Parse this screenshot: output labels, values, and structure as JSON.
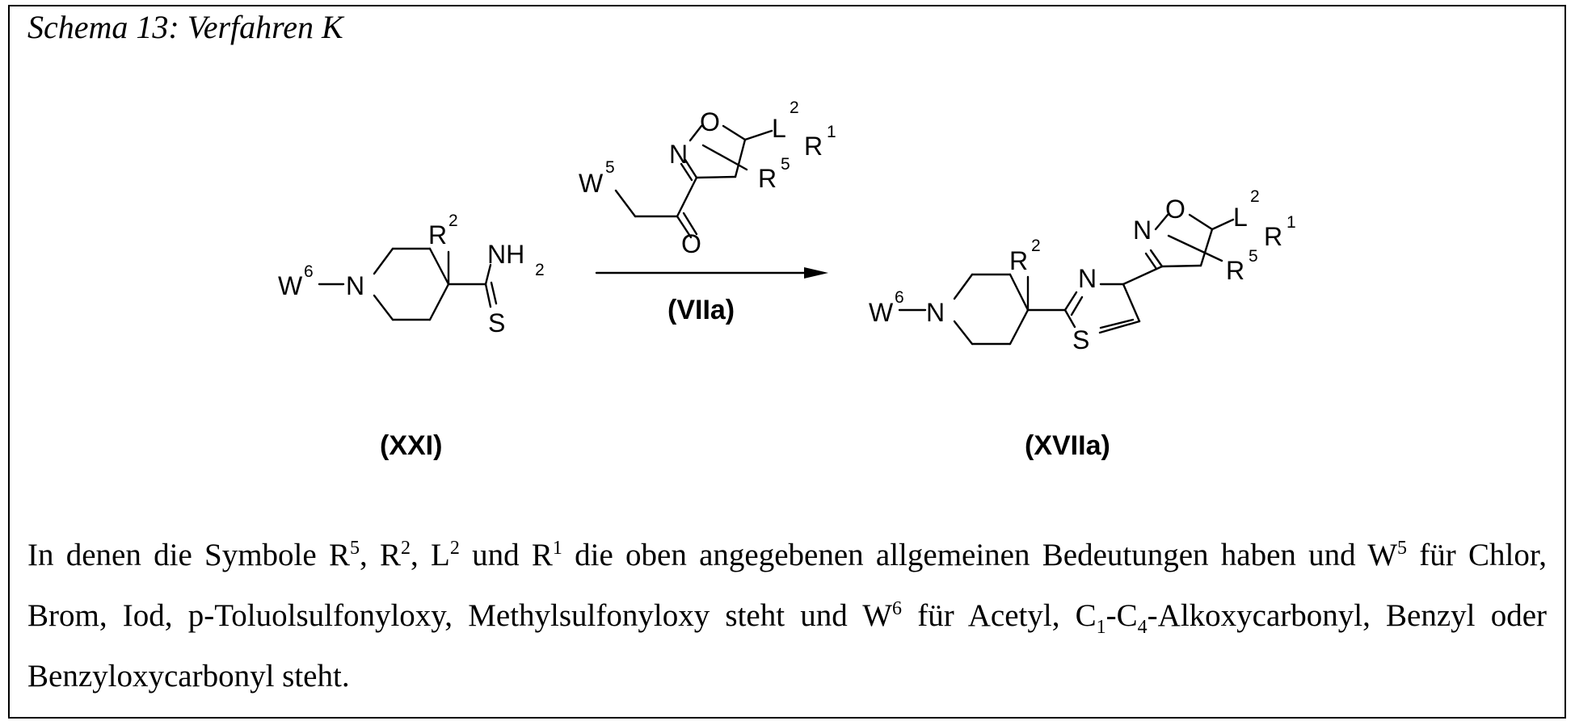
{
  "title": "Schema 13: Verfahren K",
  "compounds": {
    "start_label": "(XXI)",
    "reagent_label": "(VIIa)",
    "product_label": "(XVIIa)"
  },
  "atoms": {
    "W": "W",
    "N": "N",
    "S": "S",
    "O": "O",
    "R": "R",
    "L": "L",
    "NH": "NH",
    "sub2": "2",
    "sup6": "6",
    "sup5": "5",
    "sup2": "2",
    "sup1": "1"
  },
  "description": {
    "p1": "In denen die Symbole R",
    "p1_sup1": "5",
    "p1_t1": ", R",
    "p1_sup2": "2",
    "p1_t2": ", L",
    "p1_sup3": "2",
    "p1_t3": " und R",
    "p1_sup4": "1",
    "p1_t4": " die oben angegebenen allgemeinen Bedeutungen haben und W",
    "p1_sup5": "5",
    "p1_t5": " für Chlor, Brom, Iod, p-Toluolsulfonyloxy, Methylsulfonyloxy steht und W",
    "p1_sup6": "6",
    "p1_t6": " für Acetyl, C",
    "p1_sub1": "1",
    "p1_t7": "-C",
    "p1_sub2": "4",
    "p1_t8": "-Alkoxycarbonyl, Benzyl oder Benzyloxycarbonyl steht."
  }
}
